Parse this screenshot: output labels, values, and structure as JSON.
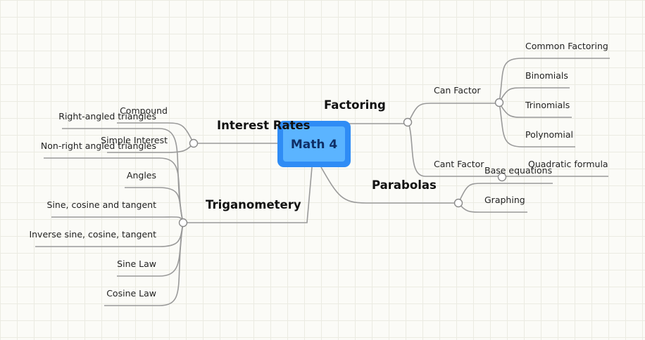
{
  "root": {
    "label": "Math 4",
    "color": "#2f8cf5",
    "inner_color": "#5bb4ff"
  },
  "branches": {
    "factoring": {
      "label": "Factoring",
      "can_factor": {
        "label": "Can Factor",
        "items": [
          "Common Factoring",
          "Binomials",
          "Trinomials",
          "Polynomial"
        ]
      },
      "cant_factor": {
        "label": "Cant Factor",
        "items": [
          "Quadratic formula"
        ]
      }
    },
    "parabolas": {
      "label": "Parabolas",
      "items": [
        "Base equations",
        "Graphing"
      ]
    },
    "interest_rates": {
      "label": "Interest Rates",
      "items": [
        "Compound",
        "Simple Interest"
      ]
    },
    "triganometery": {
      "label": "Triganometery",
      "items": [
        "Right-angled triangles",
        "Non-right angled triangles",
        "Angles",
        "Sine, cosine and tangent",
        "Inverse sine, cosine, tangent",
        "Sine Law",
        "Cosine Law"
      ]
    }
  }
}
